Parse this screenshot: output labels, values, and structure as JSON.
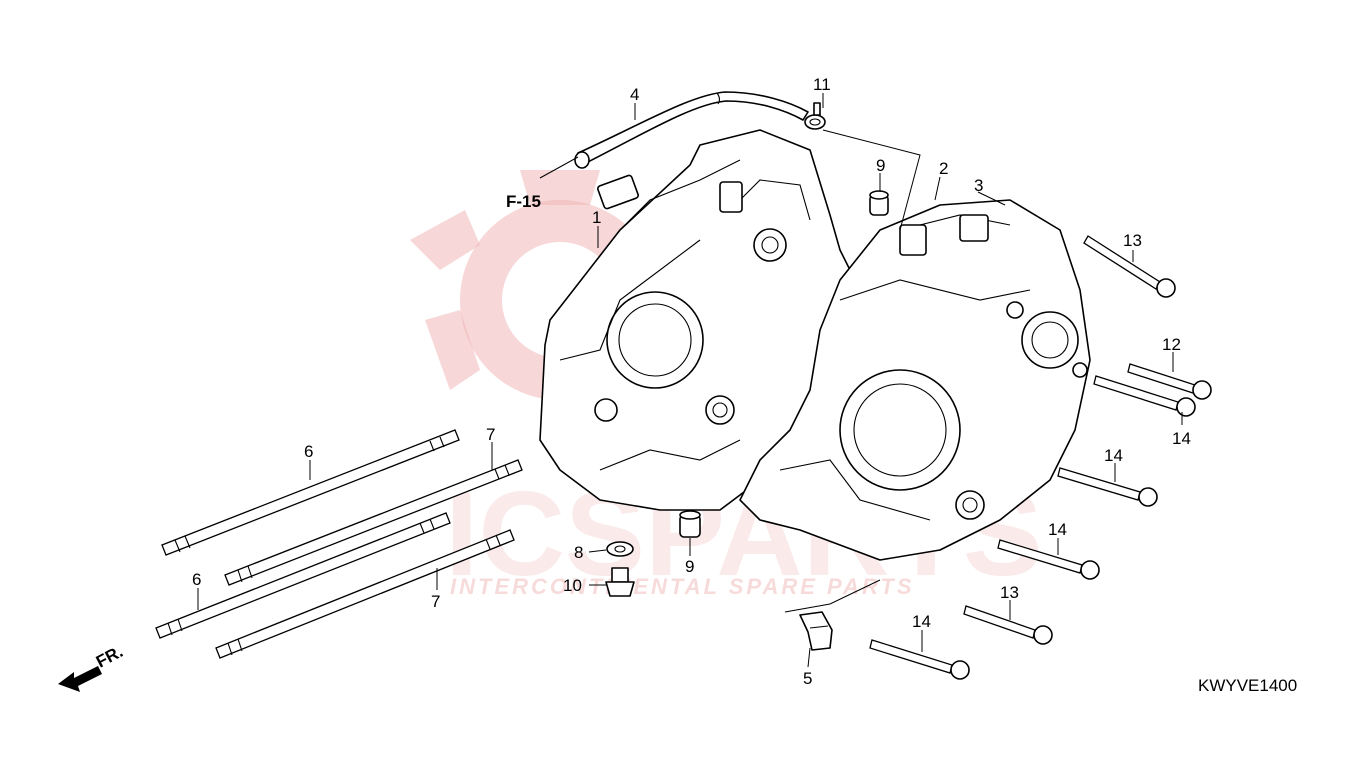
{
  "diagram": {
    "watermark": {
      "brand": "ICSPARTS",
      "tagline": "INTERCONTINENTAL SPARE PARTS"
    },
    "part_callouts": [
      {
        "id": "1",
        "label": "1"
      },
      {
        "id": "2",
        "label": "2"
      },
      {
        "id": "3",
        "label": "3"
      },
      {
        "id": "4",
        "label": "4"
      },
      {
        "id": "5",
        "label": "5"
      },
      {
        "id": "6a",
        "label": "6"
      },
      {
        "id": "6b",
        "label": "6"
      },
      {
        "id": "7a",
        "label": "7"
      },
      {
        "id": "7b",
        "label": "7"
      },
      {
        "id": "8",
        "label": "8"
      },
      {
        "id": "9a",
        "label": "9"
      },
      {
        "id": "9b",
        "label": "9"
      },
      {
        "id": "10",
        "label": "10"
      },
      {
        "id": "11",
        "label": "11"
      },
      {
        "id": "12",
        "label": "12"
      },
      {
        "id": "13a",
        "label": "13"
      },
      {
        "id": "13b",
        "label": "13"
      },
      {
        "id": "14a",
        "label": "14"
      },
      {
        "id": "14b",
        "label": "14"
      },
      {
        "id": "14c",
        "label": "14"
      },
      {
        "id": "14d",
        "label": "14"
      }
    ],
    "reference": "F-15",
    "front_marker": "FR.",
    "diagram_code": "KWYVE1400",
    "colors": {
      "line": "#000000",
      "watermark": "#f1b6b6"
    }
  }
}
